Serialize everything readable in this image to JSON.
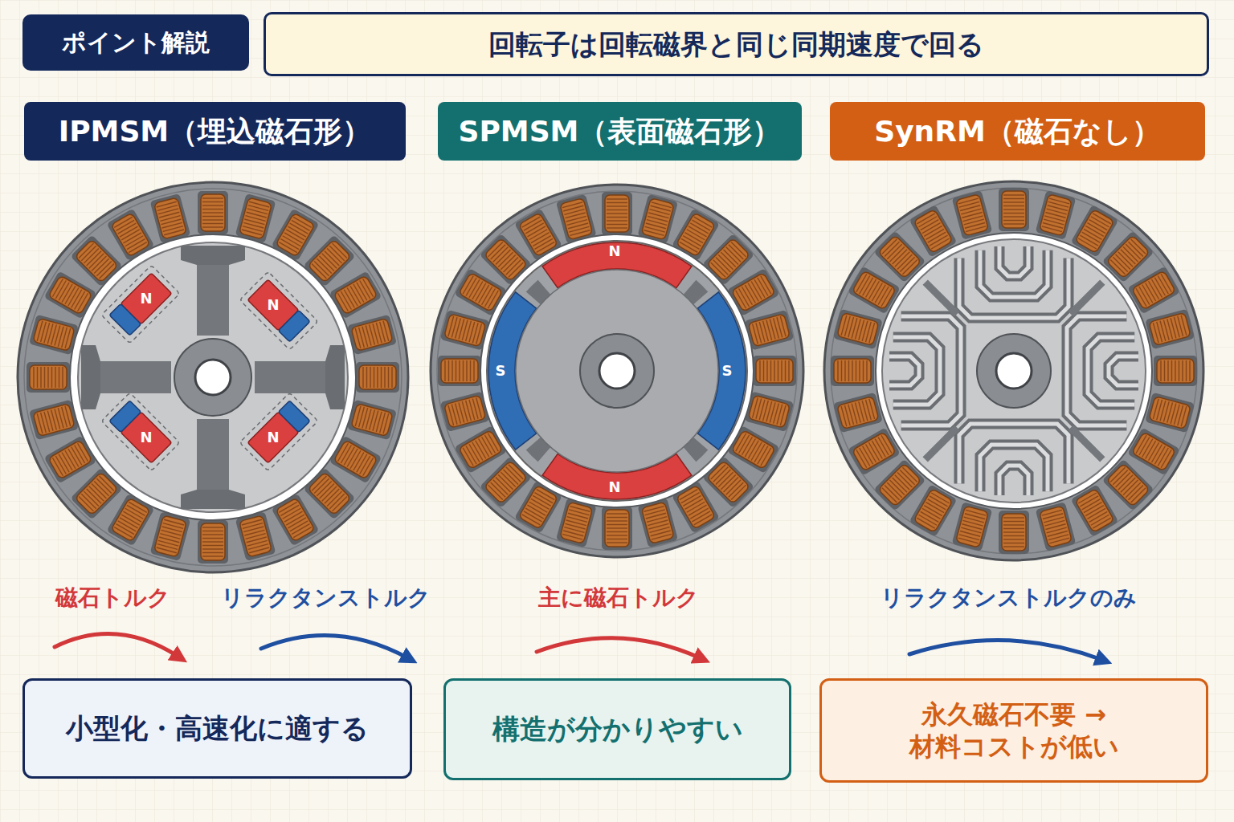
{
  "diagram": {
    "nodes": [
      {
        "text": [
          "ポイント解説"
        ]
      },
      {
        "text": [
          "回転子は回転磁界と同じ同期速度で回る"
        ]
      },
      {
        "text": [
          "IPMSM（埋込磁石形）"
        ]
      },
      {
        "text": [
          "SPMSM（表面磁石形）"
        ]
      },
      {
        "text": [
          "SynRM（磁石なし）"
        ]
      },
      {
        "text": [
          "小型化・高速化に適する"
        ]
      },
      {
        "text": [
          "構造が分かりやすい"
        ]
      },
      {
        "text": [
          "永久磁石不要 → 材料コストが低い"
        ]
      }
    ],
    "labels": [
      "N",
      "N",
      "N",
      "N",
      "N",
      "S",
      "S",
      "N",
      "磁石トルク",
      "リラクタンストルク",
      "主に磁石トルク",
      "リラクタンストルクのみ"
    ]
  }
}
